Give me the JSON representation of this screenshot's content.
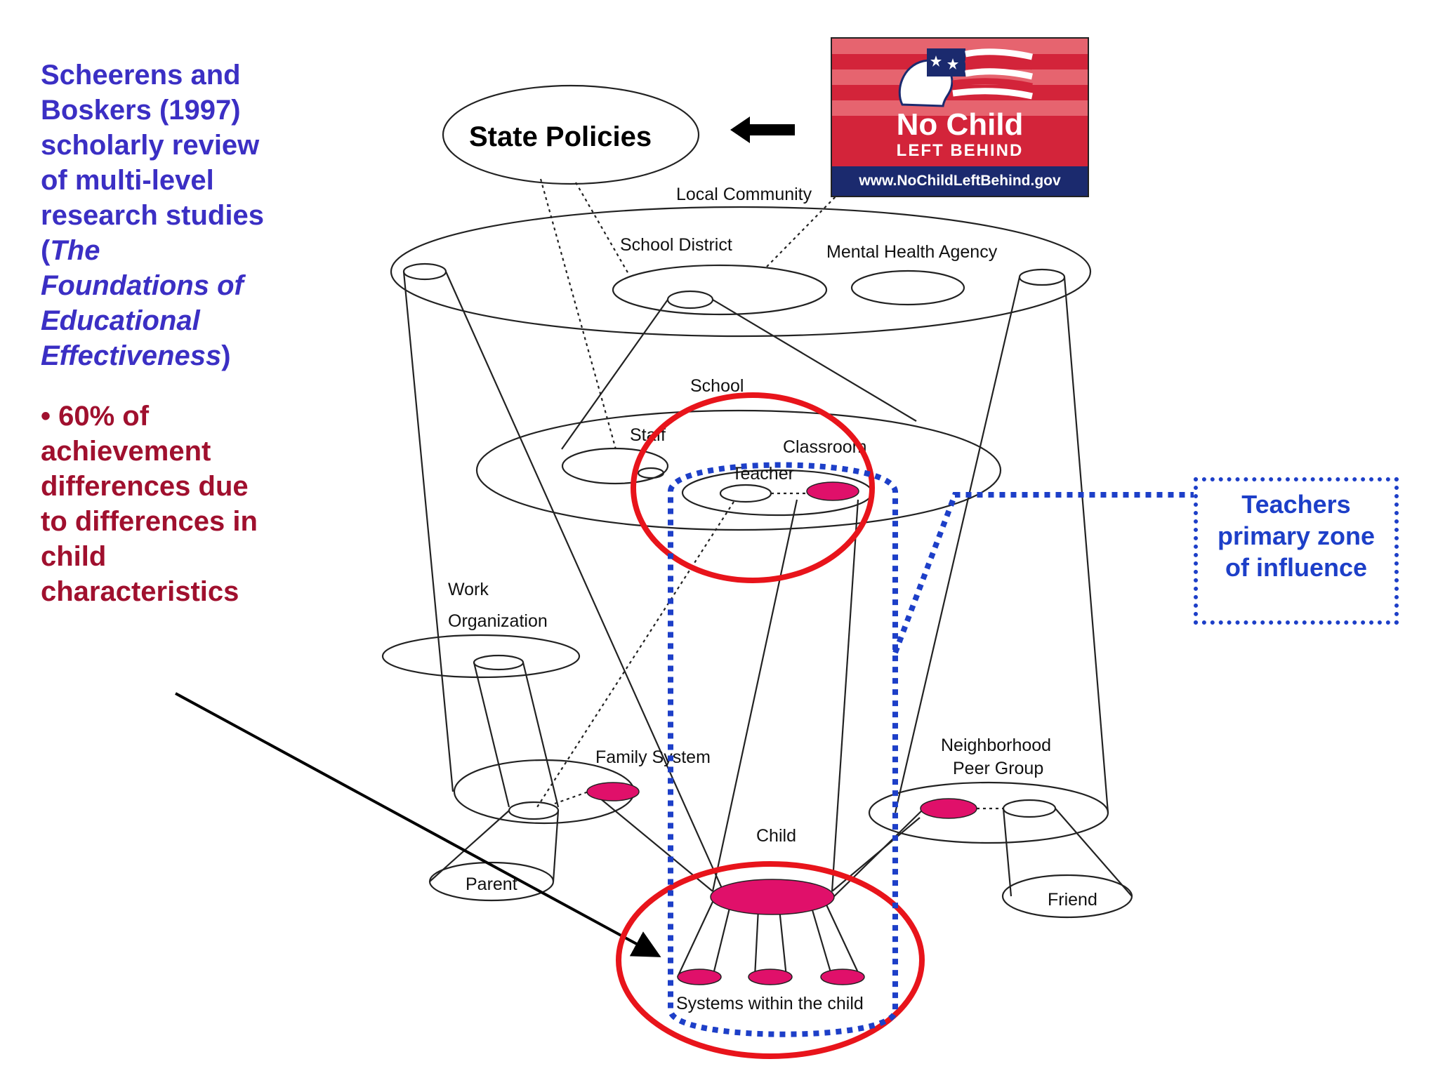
{
  "left_panel": {
    "heading_lines": [
      "Scheerens and",
      "Boskers (1997)",
      "scholarly review",
      "of multi-level",
      "research studies"
    ],
    "book_open": "(",
    "book_title_lines": [
      "The",
      "Foundations of",
      "Educational",
      "Effectiveness"
    ],
    "book_close": ")",
    "bullet_lines": [
      "• 60% of",
      "achievement",
      "differences due",
      "to differences in",
      "child",
      "characteristics"
    ]
  },
  "diagram": {
    "state_policies": "State Policies",
    "local_community": "Local Community",
    "school_district": "School District",
    "mental_health_agency": "Mental Health Agency",
    "school": "School",
    "staff": "Staff",
    "classroom": "Classroom",
    "teacher": "Teacher",
    "work": "Work",
    "organization": "Organization",
    "family_system": "Family System",
    "neighborhood": "Neighborhood",
    "peer_group": "Peer Group",
    "child": "Child",
    "parent": "Parent",
    "friend": "Friend",
    "systems_within_child": "Systems within the child"
  },
  "callout": {
    "lines": [
      "Teachers",
      "primary zone",
      "of influence"
    ]
  },
  "nclb_logo": {
    "line1": "No Child",
    "line2": "LEFT BEHIND",
    "url": "www.NoChildLeftBehind.gov"
  },
  "colors": {
    "heading_blue": "#3b2fc4",
    "bullet_red": "#a0102e",
    "highlight_red": "#e8141b",
    "dotted_blue": "#1d3fc8",
    "node_pink": "#e0106a"
  }
}
